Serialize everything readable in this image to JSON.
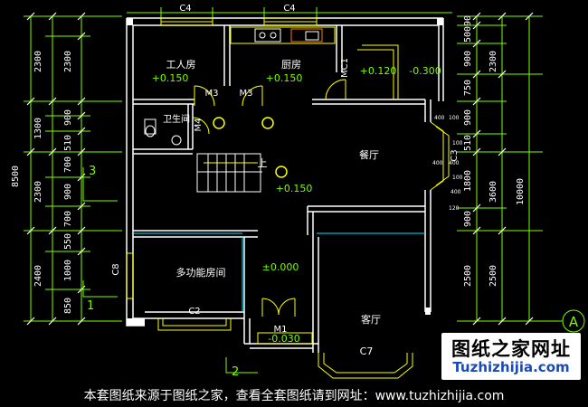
{
  "rooms": {
    "work_room": "工人房",
    "kitchen": "厨房",
    "toilet": "卫生间",
    "dining": "餐厅",
    "multi_room": "多功能房间",
    "living": "客厅"
  },
  "elevations": {
    "work_room": "+0.150",
    "kitchen": "+0.150",
    "entry_120": "+0.120",
    "entry_300": "-0.300",
    "stair_hall": "+0.150",
    "multi_room": "±0.000",
    "entrance": "-0.030"
  },
  "openings": {
    "c4_left": "C4",
    "c4_right": "C4",
    "mc1": "MC1",
    "m3_left": "M3",
    "m3_right": "M3",
    "m4": "M4",
    "c3_right": "C3",
    "c8": "C8",
    "c2": "C2",
    "m1": "M1",
    "c7": "C7"
  },
  "stair_up": "上",
  "axis": {
    "num_3": "3",
    "num_1": "1",
    "num_2": "2",
    "letter_a": "A"
  },
  "dims": {
    "left_outer": [
      "2300",
      "1300",
      "2300",
      "2400"
    ],
    "left_total": "8500",
    "left_inner": [
      "2300",
      "900",
      "510",
      "700",
      "900",
      "700",
      "550",
      "1000",
      "850"
    ],
    "right_inner": [
      "90",
      "500",
      "900",
      "750",
      "900",
      "510",
      "1800",
      "900",
      "2500"
    ],
    "right_outer": [
      "2300",
      "3600",
      "2500"
    ],
    "right_total": "10000"
  },
  "bay_dims": [
    "400",
    "100",
    "100",
    "400",
    "400",
    "100",
    "400",
    "120"
  ],
  "watermark": {
    "title": "图纸之家网址",
    "url": "Tuzhizhijia.com"
  },
  "footer_text": "本套图纸来源于图纸之家，查看全套图纸请到网址：www.tuzhizhijia.com"
}
